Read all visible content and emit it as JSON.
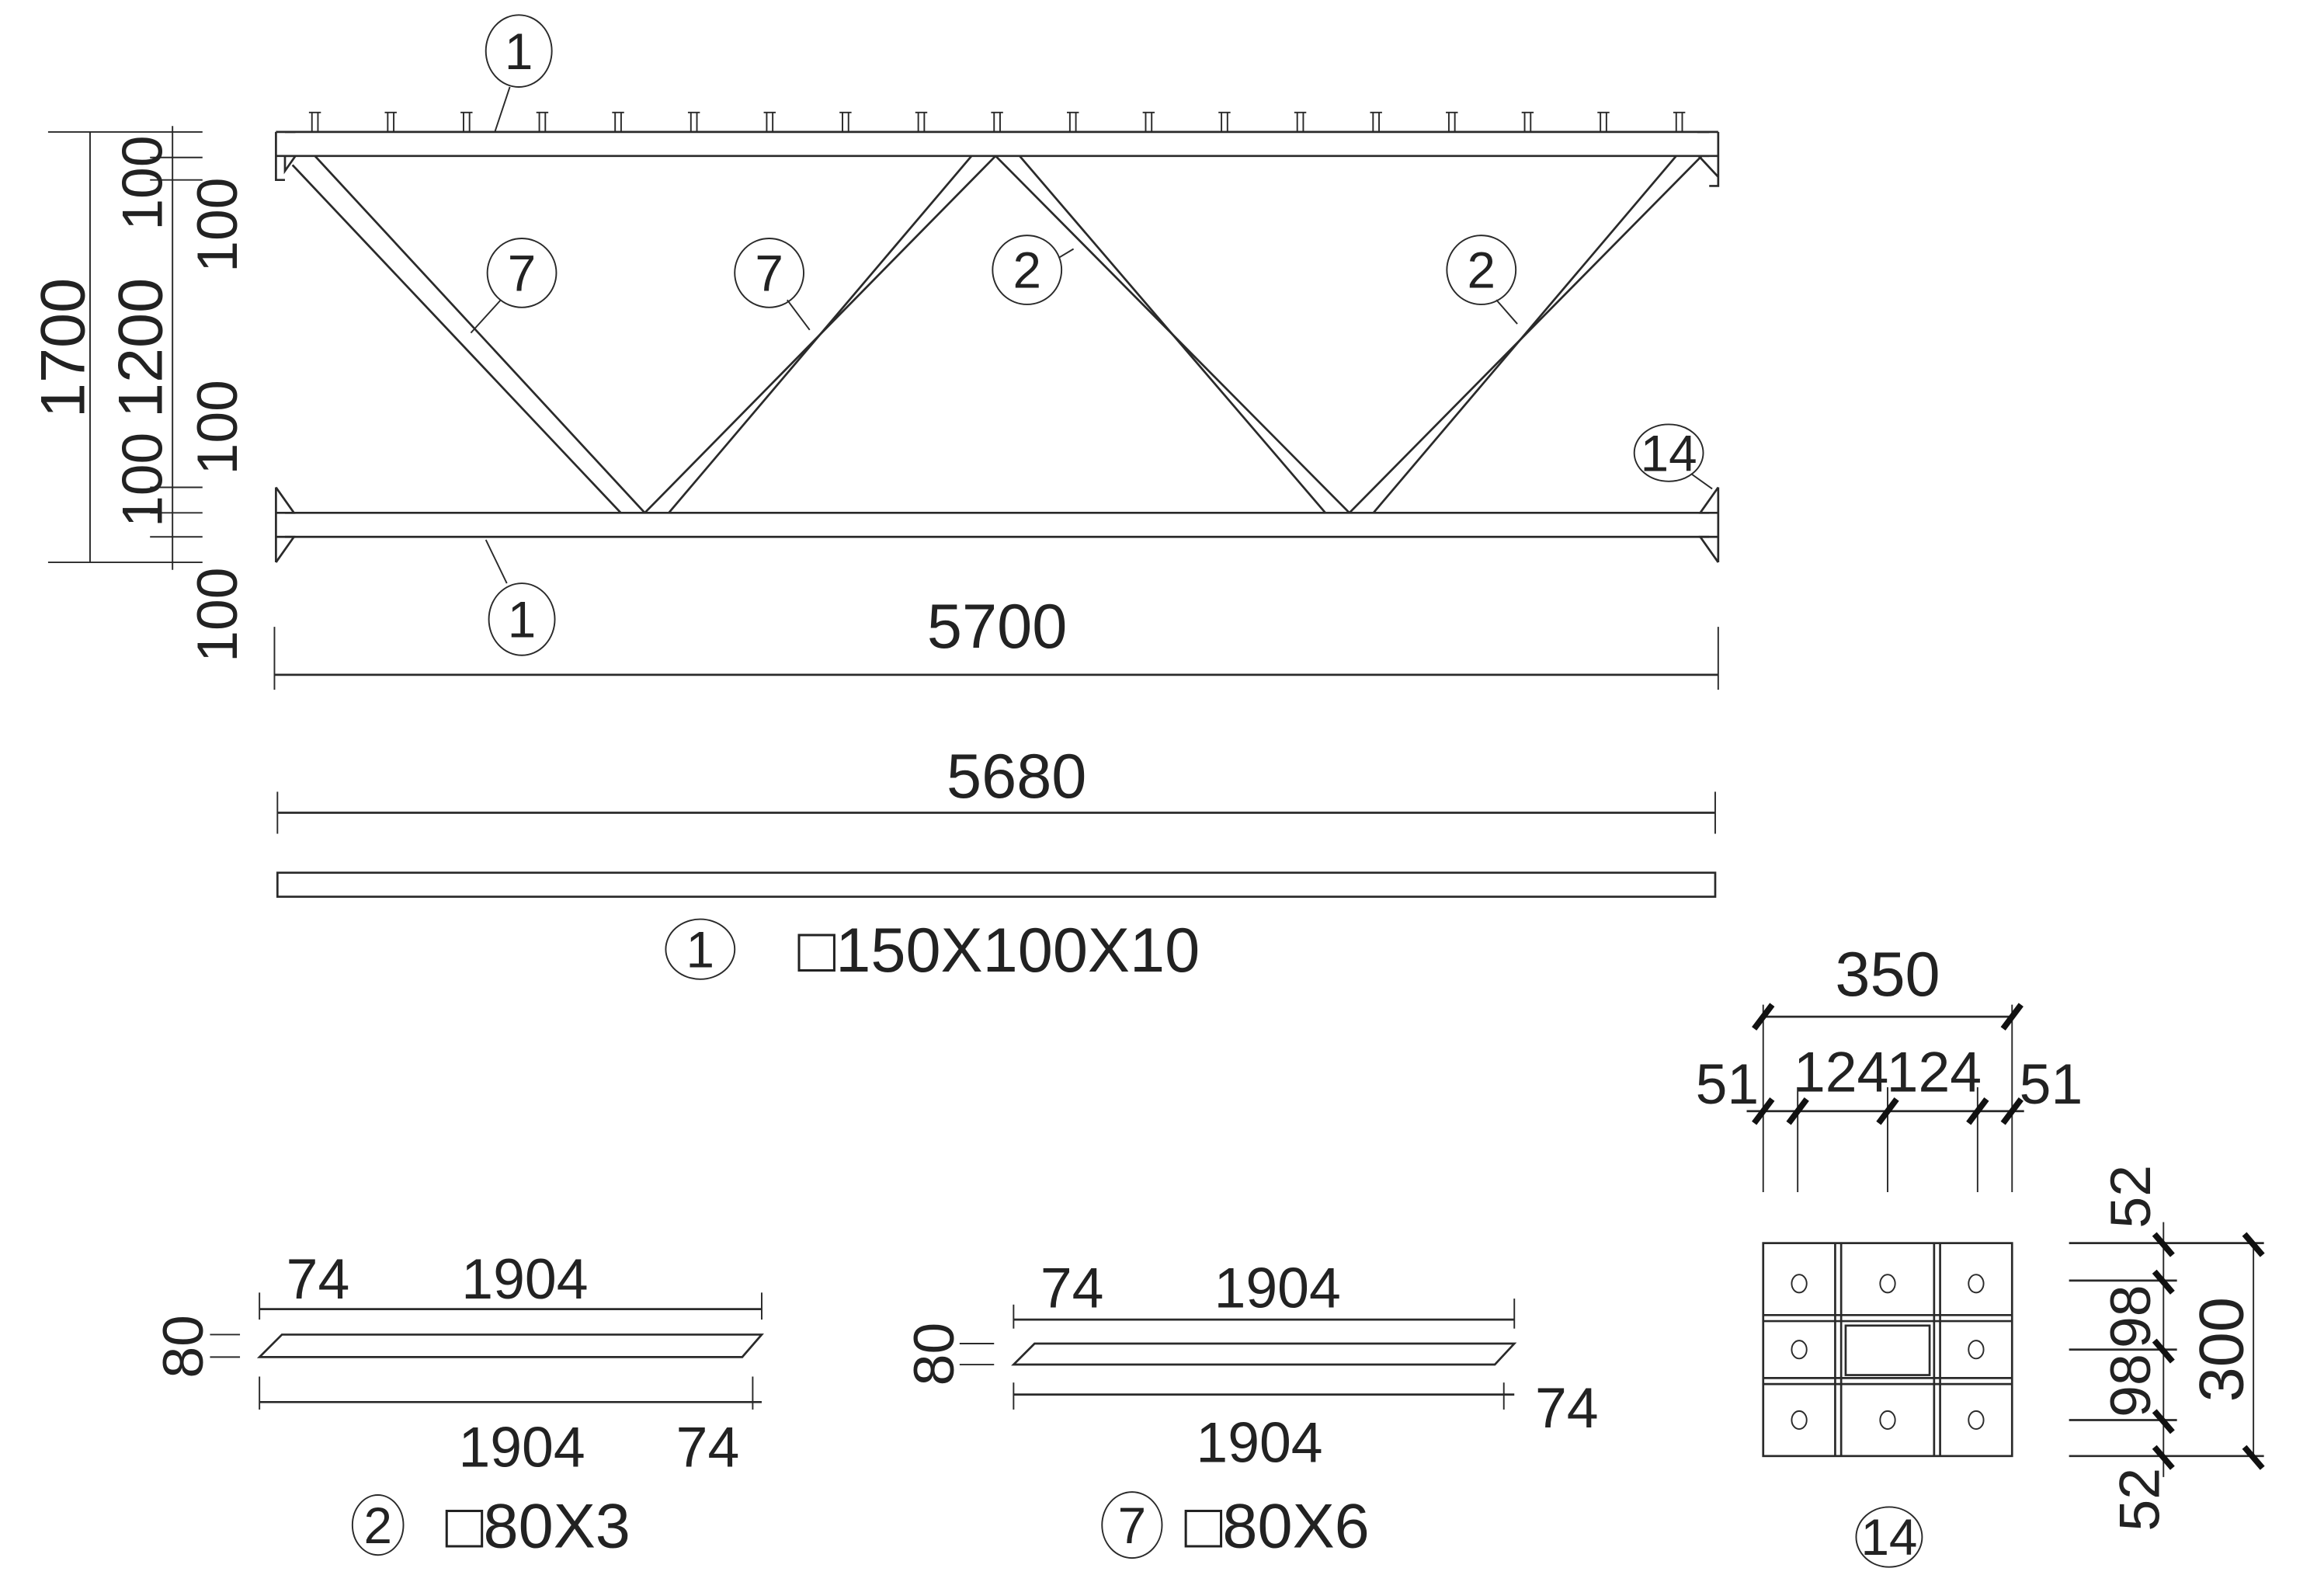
{
  "elevation": {
    "overall_length": "5700",
    "heights": {
      "total": "1700",
      "middle": "1200",
      "top_chord": "100",
      "bottom_chord": "100",
      "top_offset": "100",
      "bottom_offset": "100",
      "top_right": "100",
      "bottom_right": "100"
    },
    "callouts": {
      "top_chord": "1",
      "bottom_chord": "1",
      "web_left_1": "7",
      "web_left_2": "7",
      "web_right_1": "2",
      "web_right_2": "2",
      "end_plate": "14"
    },
    "stud_count": 19
  },
  "part_1": {
    "length": "5680",
    "tag": "1",
    "section": "□150X100X10"
  },
  "part_2": {
    "top_offset": "74",
    "top_length": "1904",
    "height": "80",
    "bottom_length": "1904",
    "bottom_offset": "74",
    "tag": "2",
    "section": "□80X3"
  },
  "part_7": {
    "top_offset": "74",
    "top_length": "1904",
    "height": "80",
    "bottom_length": "1904",
    "bottom_offset": "74",
    "tag": "7",
    "section": "□80X6"
  },
  "part_14": {
    "width_total": "350",
    "width_edge_left": "51",
    "width_mid_1": "124",
    "width_mid_2": "124",
    "width_edge_right": "51",
    "height_total": "300",
    "height_edge_top": "52",
    "height_mid_1": "98",
    "height_mid_2": "98",
    "height_edge_bottom": "52",
    "tag": "14"
  }
}
